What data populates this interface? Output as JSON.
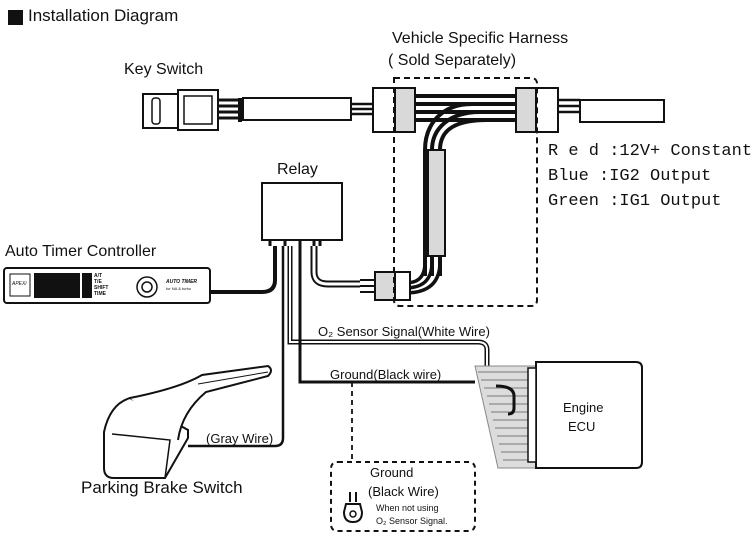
{
  "title": "Installation Diagram",
  "labels": {
    "harness_title": "Vehicle Specific Harness",
    "harness_note": "( Sold Separately)",
    "key_switch": "Key Switch",
    "relay": "Relay",
    "controller": "Auto Timer Controller",
    "wire_red": "R e d :12V+ Constant",
    "wire_blue": "Blue :IG2 Output",
    "wire_green": "Green :IG1 Output",
    "o2_signal": "O₂ Sensor Signal(White Wire)",
    "ground_black": "Ground(Black wire)",
    "gray_wire": "(Gray Wire)",
    "parking_brake": "Parking Brake Switch",
    "ecu_line1": "Engine",
    "ecu_line2": "ECU",
    "ground_box_title": "Ground",
    "ground_box_wire": "(Black Wire)",
    "ground_box_note1": "When not using",
    "ground_box_note2": "O₂ Sensor Signal."
  },
  "controller_panel": {
    "brand": "APEXi",
    "name_line1": "AUTO TIMER",
    "name_line2": "for NA & turbo",
    "side_labels": [
      "A/T",
      "T/E",
      "SHIFT",
      "TIME"
    ]
  },
  "colors": {
    "line": "#111111",
    "harness_gray": "#d9d9d9",
    "ecu_gray": "#dcdcdc"
  }
}
